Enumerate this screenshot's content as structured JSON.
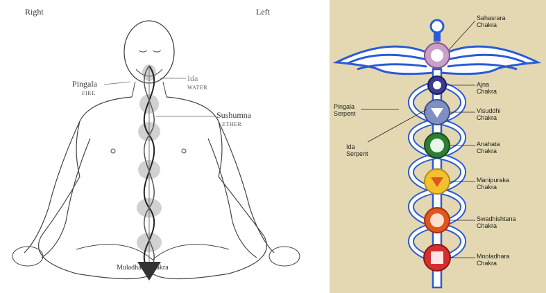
{
  "left": {
    "right_label": "Right",
    "left_label": "Left",
    "pingala": {
      "name": "Pingala",
      "element": "FIRE"
    },
    "ida": {
      "name": "Ida",
      "element": "WATER"
    },
    "sushumna": {
      "name": "Sushumna",
      "element": "ETHER"
    },
    "muladhara": "Muladhara Chakra"
  },
  "right": {
    "chakras": [
      {
        "label_line1": "Sahasrara",
        "label_line2": "Chakra",
        "color": "#c9a0c8"
      },
      {
        "label_line1": "Ajna",
        "label_line2": "Chakra",
        "color": "#3b3b8f"
      },
      {
        "label_line1": "Visuddhi",
        "label_line2": "Chakra",
        "color": "#7f8fc4"
      },
      {
        "label_line1": "Anahata",
        "label_line2": "Chakra",
        "color": "#2e7d32"
      },
      {
        "label_line1": "Manipuraka",
        "label_line2": "Chakra",
        "color": "#f2c12e"
      },
      {
        "label_line1": "Swadhishtana",
        "label_line2": "Chakra",
        "color": "#e0561f"
      },
      {
        "label_line1": "Mooladhara",
        "label_line2": "Chakra",
        "color": "#d32f2f"
      }
    ],
    "pingala_serpent": {
      "line1": "Pingala",
      "line2": "Serpent"
    },
    "ida_serpent": {
      "line1": "Ida",
      "line2": "Serpent"
    },
    "colors": {
      "background": "#e3d8b1",
      "wings": "#2a5bd7",
      "staff": "#2a5bd7"
    }
  }
}
